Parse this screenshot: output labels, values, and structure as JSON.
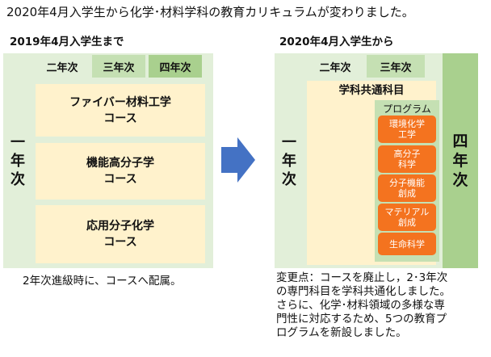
{
  "title": "2020年4月入学生から化学･材料学科の教育カリキュラムが変わりました。",
  "left": {
    "heading": "2019年4月入学生まで",
    "year1": [
      "一",
      "年",
      "次"
    ],
    "headers": [
      "二年次",
      "三年次",
      "四年次"
    ],
    "courses": [
      [
        "ファイバー材料工学",
        "コース"
      ],
      [
        "機能高分子学",
        "コース"
      ],
      [
        "応用分子化学",
        "コース"
      ]
    ],
    "note": "2年次進級時に、コースへ配属。"
  },
  "right": {
    "heading": "2020年4月入学生から",
    "year1": [
      "一",
      "年",
      "次"
    ],
    "headers": [
      "二年次",
      "三年次"
    ],
    "year4": [
      "四",
      "年",
      "次"
    ],
    "common_subjects": "学科共通科目",
    "program_label": "プログラム",
    "programs": [
      [
        "環境化学",
        "工学"
      ],
      [
        "高分子",
        "科学"
      ],
      [
        "分子機能",
        "創成"
      ],
      [
        "マテリアル",
        "創成"
      ],
      [
        "生命科学"
      ]
    ],
    "note": [
      "変更点：コースを廃止し，2･3年次",
      "の専門科目を学科共通化しました。",
      "さらに、化学･材料領域の多様な専",
      "門性に対応するため、5つの教育プ",
      "ログラムを新設しました。"
    ]
  },
  "colors": {
    "light_green": "#e2efd9",
    "mid_green": "#c5e0b3",
    "strong_green": "#a9d08e",
    "cream": "#fff2cc",
    "orange": "#f4731f",
    "arrow_blue": "#4472c4"
  },
  "icons": {
    "transition_arrow": "right-arrow-icon"
  }
}
